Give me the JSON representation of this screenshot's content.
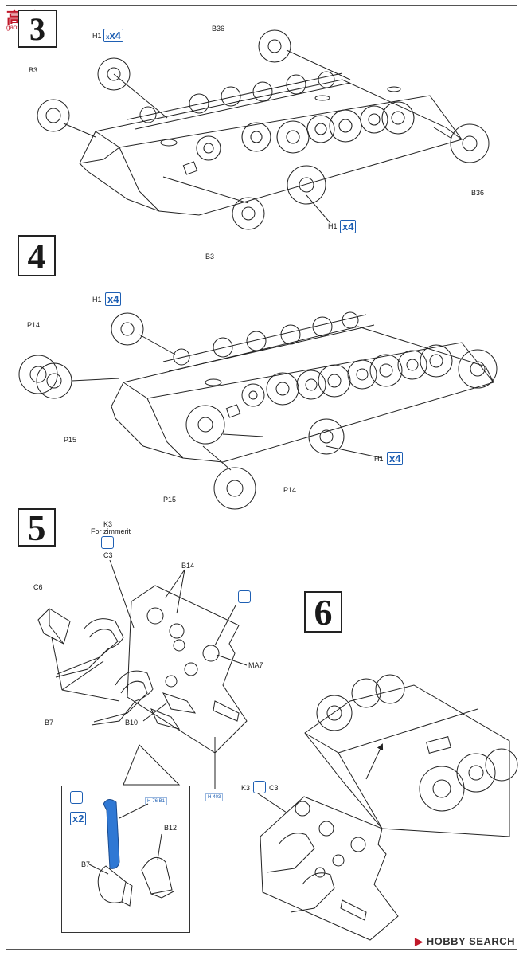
{
  "watermark_top": {
    "brand": "高手网",
    "url": "gaoshou.com"
  },
  "watermark_bottom": "HOBBY SEARCH",
  "steps": {
    "s3": {
      "number": "3",
      "labels": {
        "b36_top": "B36",
        "h1_top": "H1",
        "b3_left": "B3",
        "b36_right": "B36",
        "h1_right": "H1",
        "b3_bottom": "B3"
      },
      "qty": "x4"
    },
    "s4": {
      "number": "4",
      "labels": {
        "h1_top": "H1",
        "p14_left": "P14",
        "p15_left": "P15",
        "h1_right": "H1",
        "p15_bottom": "P15",
        "p14_bottom": "P14"
      },
      "qty": "x4"
    },
    "s5": {
      "number": "5",
      "labels": {
        "k3": "K3",
        "for_zimmerit": "For zimmerit",
        "c3": "C3",
        "b14": "B14",
        "c6": "C6",
        "ma7": "MA7",
        "b7": "B7",
        "b10": "B10",
        "inset_b12": "B12",
        "inset_b7": "B7",
        "inset_code_1": "H-76 B1",
        "inset_code_2": "H-403"
      },
      "inset_qty": "x2"
    },
    "s6": {
      "number": "6",
      "labels": {
        "k3": "K3",
        "c3": "C3"
      }
    }
  },
  "colors": {
    "accent_blue": "#1e5fb3",
    "inset_blue": "#2f78d4",
    "watermark_red": "#c0182a"
  }
}
